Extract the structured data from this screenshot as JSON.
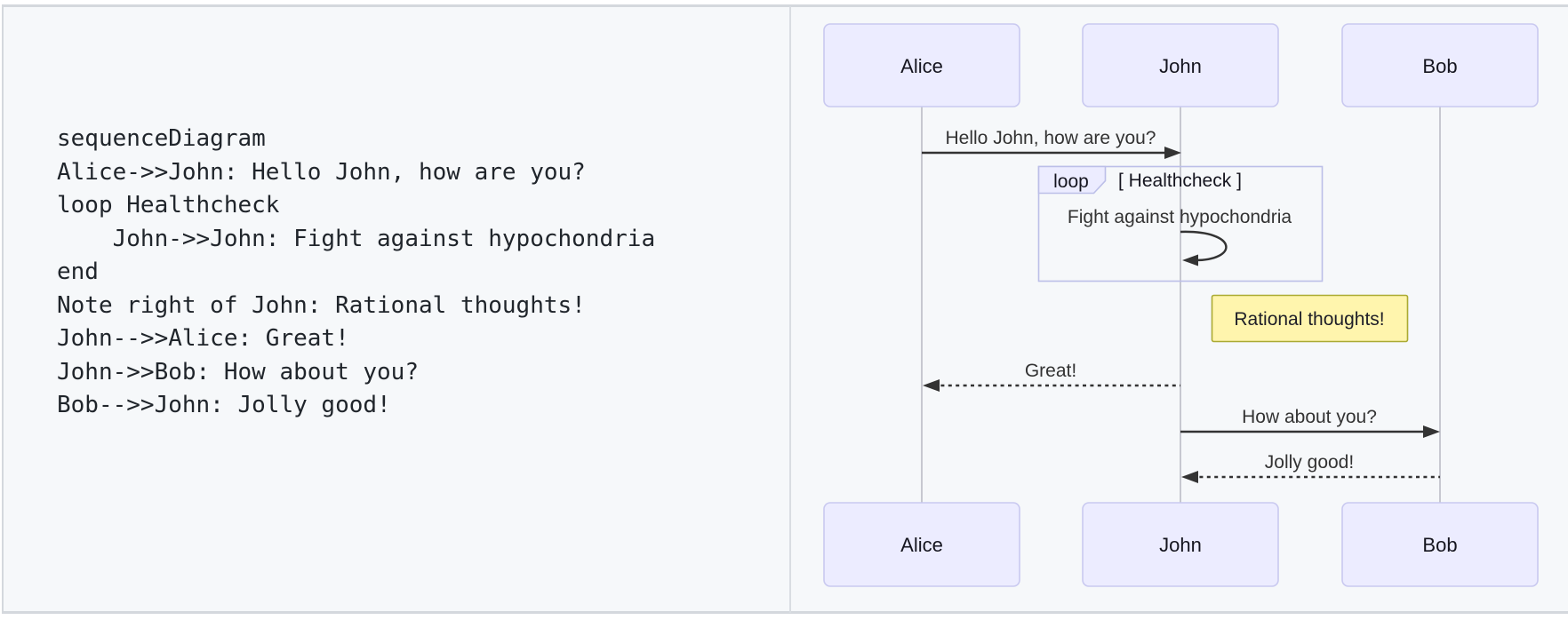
{
  "code_panel": {
    "source": "sequenceDiagram\nAlice->>John: Hello John, how are you?\nloop Healthcheck\n    John->>John: Fight against hypochondria\nend\nNote right of John: Rational thoughts!\nJohn-->>Alice: Great!\nJohn->>Bob: How about you?\nBob-->>John: Jolly good!"
  },
  "diagram": {
    "actors": [
      {
        "name": "Alice"
      },
      {
        "name": "John"
      },
      {
        "name": "Bob"
      }
    ],
    "loop": {
      "label": "loop",
      "condition": "[ Healthcheck ]"
    },
    "messages": {
      "hello": "Hello John, how are you?",
      "self": "Fight against hypochondria",
      "great": "Great!",
      "how_about": "How about you?",
      "jolly": "Jolly good!"
    },
    "note": {
      "text": "Rational thoughts!"
    }
  },
  "colors": {
    "panel_bg": "#f6f8fa",
    "panel_border": "#d4d8dd",
    "actor_fill": "#ECECFF",
    "actor_border": "#c9c9f0",
    "loop_border": "#bcbfe8",
    "note_fill": "#fff5ad",
    "note_border": "#aaaa33",
    "arrow": "#333333",
    "lifeline": "#b7b7c2",
    "code_text": "#20252b"
  }
}
